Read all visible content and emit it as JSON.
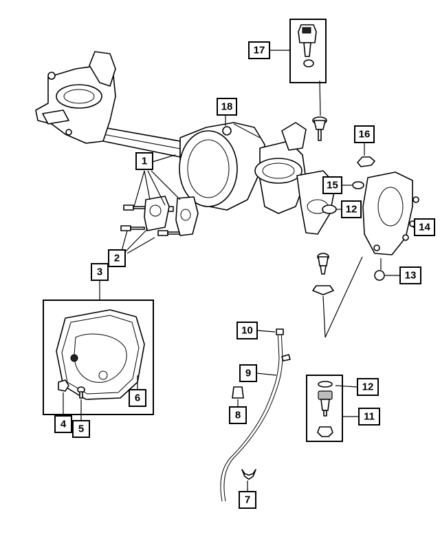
{
  "callouts": [
    {
      "id": "c1",
      "label": "1"
    },
    {
      "id": "c2",
      "label": "2"
    },
    {
      "id": "c3",
      "label": "3"
    },
    {
      "id": "c4",
      "label": "4"
    },
    {
      "id": "c5",
      "label": "5"
    },
    {
      "id": "c6",
      "label": "6"
    },
    {
      "id": "c7",
      "label": "7"
    },
    {
      "id": "c8",
      "label": "8"
    },
    {
      "id": "c9",
      "label": "9"
    },
    {
      "id": "c10",
      "label": "10"
    },
    {
      "id": "c11",
      "label": "11"
    },
    {
      "id": "c12a",
      "label": "12"
    },
    {
      "id": "c12b",
      "label": "12"
    },
    {
      "id": "c13",
      "label": "13"
    },
    {
      "id": "c14",
      "label": "14"
    },
    {
      "id": "c15",
      "label": "15"
    },
    {
      "id": "c16",
      "label": "16"
    },
    {
      "id": "c17",
      "label": "17"
    },
    {
      "id": "c18",
      "label": "18"
    }
  ]
}
